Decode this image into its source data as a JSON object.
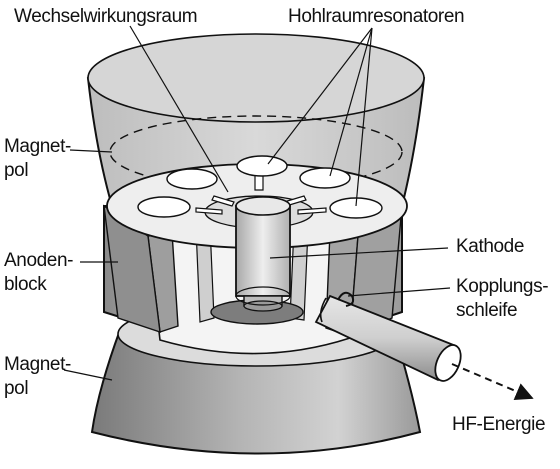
{
  "labels": {
    "interaction_space": "Wechselwirkungsraum",
    "cavity_resonators": "Hohlraumresonatoren",
    "magnet_pole_top_1": "Magnet-",
    "magnet_pole_top_2": "pol",
    "anode_block_1": "Anoden-",
    "anode_block_2": "block",
    "magnet_pole_bottom_1": "Magnet-",
    "magnet_pole_bottom_2": "pol",
    "cathode": "Kathode",
    "coupling_loop_1": "Kopplungs-",
    "coupling_loop_2": "schleife",
    "rf_energy": "HF-Energie"
  },
  "colors": {
    "outline": "#111111",
    "pole_fill": "#c4c4c4",
    "pole_top_face": "#e2e2e2",
    "anode_face": "#f2f2f2",
    "anode_dark": "#8e8e8e",
    "cathode_fill": "#d6d6d6"
  }
}
